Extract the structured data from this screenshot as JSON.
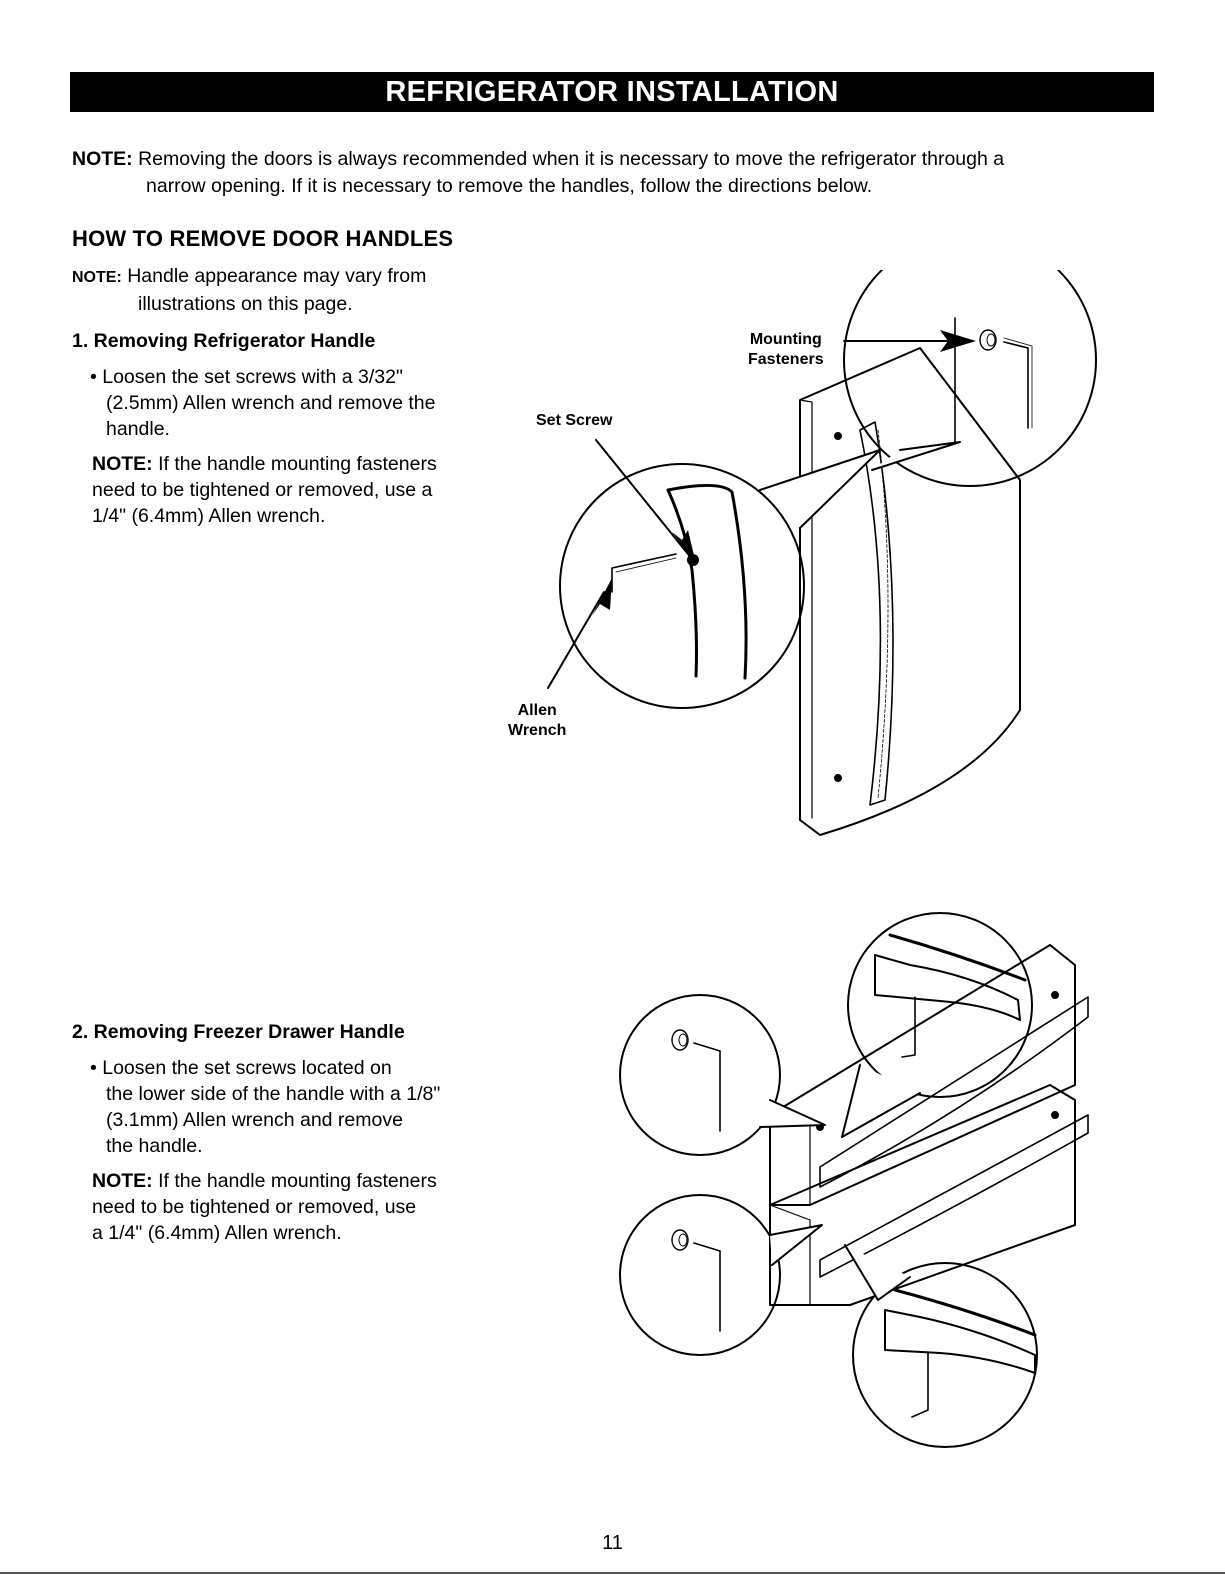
{
  "banner": {
    "title": "REFRIGERATOR INSTALLATION"
  },
  "intro_note": {
    "label": "NOTE:",
    "line1": "Removing the doors is always recommended when it is necessary to move the refrigerator through a",
    "line2": "narrow opening. If it is necessary to remove the handles, follow the directions below."
  },
  "section": {
    "heading": "HOW TO REMOVE DOOR HANDLES",
    "note_label": "NOTE:",
    "note_line1": "Handle appearance may vary from",
    "note_line2": "illustrations on this page."
  },
  "step1": {
    "title": "1. Removing Refrigerator Handle",
    "bullet_line1": "• Loosen the set screws with a 3/32\"",
    "bullet_line2": "(2.5mm) Allen wrench and remove the",
    "bullet_line3": "handle.",
    "note_label": "NOTE:",
    "note_line1": " If the handle mounting fasteners",
    "note_line2": "need to be tightened or removed, use a",
    "note_line3": "1/4\" (6.4mm) Allen wrench."
  },
  "figure1": {
    "label_mounting_line1": "Mounting",
    "label_mounting_line2": "Fasteners",
    "label_set_screw": "Set Screw",
    "label_allen_line1": "Allen",
    "label_allen_line2": "Wrench"
  },
  "step2": {
    "title": "2. Removing Freezer Drawer Handle",
    "bullet_line1": "• Loosen the set screws located on",
    "bullet_line2": "the lower side of the handle with a 1/8\"",
    "bullet_line3": "(3.1mm) Allen wrench and remove",
    "bullet_line4": "the handle.",
    "note_label": "NOTE:",
    "note_line1": " If the handle mounting fasteners",
    "note_line2": "need to be tightened or removed, use",
    "note_line3": "a 1/4\" (6.4mm) Allen wrench."
  },
  "footer": {
    "page_number": "11"
  }
}
